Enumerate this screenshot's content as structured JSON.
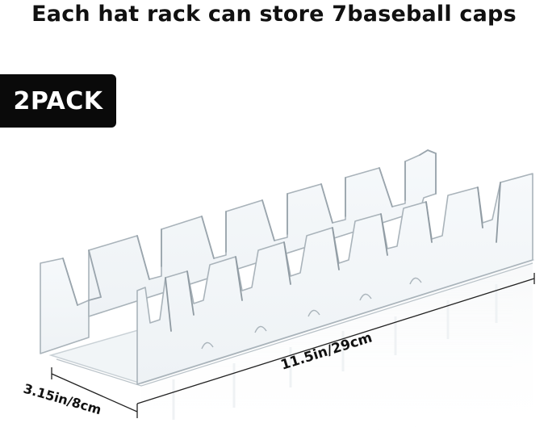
{
  "headline": "Each hat rack can store 7baseball caps",
  "badge": "2PACK",
  "product": {
    "name": "acrylic hat rack",
    "slots_per_rack": 7
  },
  "dimensions": {
    "length": "11.5in/29cm",
    "width": "3.15in/8cm"
  },
  "colors": {
    "badge_background": "#0a0a0a",
    "badge_text": "#ffffff",
    "headline": "#111111"
  }
}
